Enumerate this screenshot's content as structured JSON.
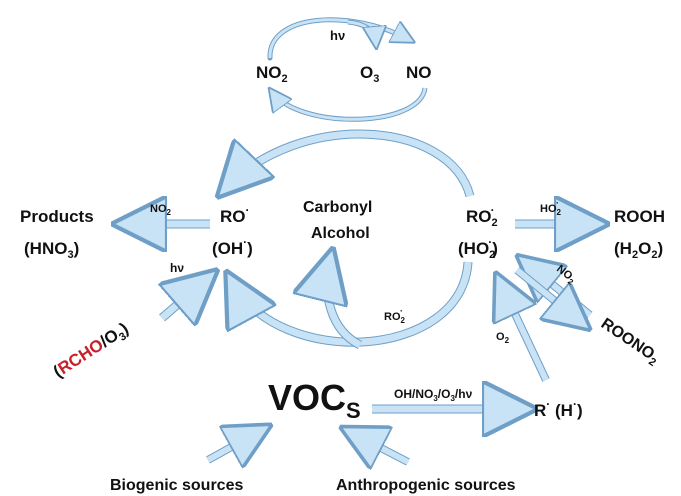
{
  "colors": {
    "arrow_fill": "#c9e3f6",
    "arrow_stroke": "#6f9fc6",
    "red": "#c8202a",
    "black": "#111111"
  },
  "top_cycle": {
    "hv": "hν",
    "no2": "NO",
    "no2_sub": "2",
    "o3": "O",
    "o3_sub": "3",
    "no": "NO"
  },
  "left": {
    "products": "Products",
    "hno3_open": "(HNO",
    "hno3_sub": "3",
    "hno3_close": ")",
    "no2_over_arrow": "NO",
    "no2_over_arrow_sub": "2",
    "ro": "RO",
    "ro_sup": "·",
    "oh_open": "(OH",
    "oh_sup": "·",
    "oh_close": ")",
    "hv": "hν",
    "rcho_open": "(",
    "rcho": "RCHO",
    "rcho_slash": "/O",
    "rcho_sub": "3",
    "rcho_close": ")"
  },
  "center": {
    "carbonyl": "Carbonyl",
    "alcohol": "Alcohol",
    "ro2": "RO",
    "ro2_sub": "2",
    "ro2_sup": "·"
  },
  "right": {
    "ro2": "RO",
    "ro2_sub": "2",
    "ro2_sup": "·",
    "ho2_open": "(HO",
    "ho2_sub": "2",
    "ho2_sup": "·",
    "ho2_close": ")",
    "ho2_arrow": "HO",
    "ho2_arrow_sub": "2",
    "ho2_arrow_sup": "·",
    "rooh": "ROOH",
    "h2o2_open": "(H",
    "h2o2_sub1": "2",
    "h2o2_mid": "O",
    "h2o2_sub2": "2",
    "h2o2_close": ")",
    "no2_arrow": "NO",
    "no2_arrow_sub": "2",
    "roono": "ROONO",
    "roono_sub": "2",
    "o2": "O",
    "o2_sub": "2",
    "r": "R",
    "r_sup": "·",
    "h_open": " (H",
    "h_sup": "·",
    "h_close": ")"
  },
  "bottom": {
    "voc": "VOC",
    "voc_sub": "S",
    "oxidants": "OH/NO",
    "ox_sub1": "3",
    "ox_mid": "/O",
    "ox_sub2": "3",
    "ox_end": "/hν",
    "biogenic": "Biogenic sources",
    "anthropogenic": "Anthropogenic sources"
  }
}
